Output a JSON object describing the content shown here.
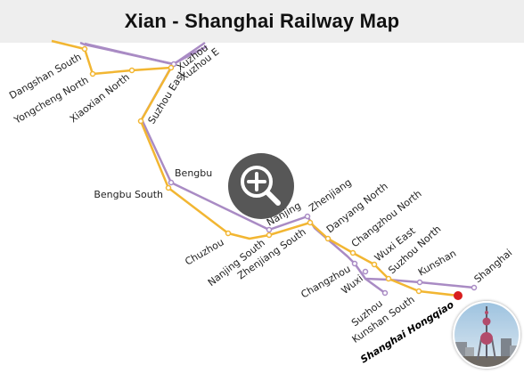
{
  "header": {
    "title": "Xian - Shanghai Railway Map"
  },
  "colors": {
    "yellow_line": "#f2b632",
    "purple_line": "#a98bc4",
    "terminus_dot": "#d81e1e",
    "zoom_bg": "#282828"
  },
  "zoom": {
    "icon": "magnifier-plus-icon"
  },
  "thumbnail": {
    "icon": "oriental-pearl-tower-photo"
  },
  "labels": {
    "xuzhou": "Xuzhou",
    "xuzhou_east": "Xuzhou E",
    "dangshan_south": "Dangshan South",
    "yongcheng_north": "Yongcheng North",
    "xiaoxian_north": "Xiaoxian North",
    "suzhou_east": "Suzhou East",
    "bengbu": "Bengbu",
    "bengbu_south": "Bengbu South",
    "chuzhou": "Chuzhou",
    "nanjing_south": "Nanjing South",
    "nanjing": "Nanjing",
    "zhenjiang": "Zhenjiang",
    "zhenjiang_south": "Zhenjiang South",
    "danyang_north": "Danyang North",
    "changzhou_north": "Changzhou North",
    "changzhou": "Changzhou",
    "wuxi": "Wuxi",
    "wuxi_east": "Wuxi East",
    "suzhou_north": "Suzhou North",
    "suzhou": "Suzhou",
    "kunshan": "Kunshan",
    "kunshan_south": "Kunshan South",
    "shanghai": "Shanghai",
    "shanghai_hongqiao": "Shanghai Hongqiao"
  }
}
